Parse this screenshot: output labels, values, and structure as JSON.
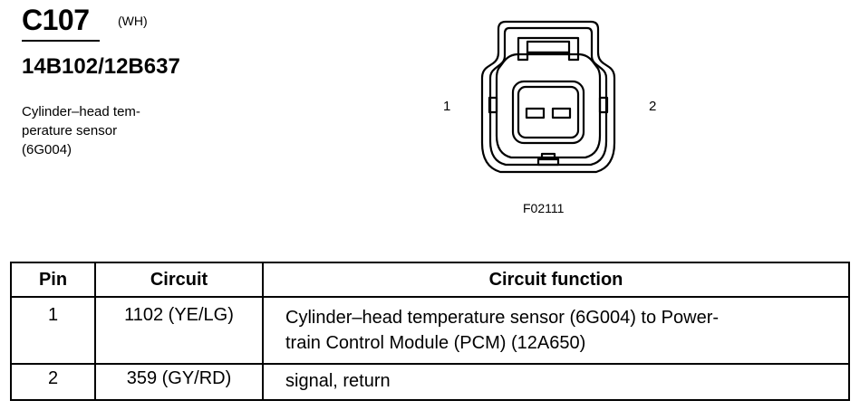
{
  "header": {
    "connector_id": "C107",
    "color_code": "(WH)",
    "part_numbers": "14B102/12B637",
    "description_lines": [
      "Cylinder–head tem-",
      "perature sensor",
      "(6G004)"
    ]
  },
  "figure": {
    "pin_label_left": "1",
    "pin_label_right": "2",
    "figure_id": "F02111"
  },
  "table": {
    "headers": [
      "Pin",
      "Circuit",
      "Circuit function"
    ],
    "rows": [
      {
        "pin": "1",
        "circuit": "1102 (YE/LG)",
        "function": "Cylinder–head temperature sensor (6G004) to Power-train Control Module (PCM) (12A650)",
        "function_lines": [
          "Cylinder–head temperature sensor (6G004) to Power-",
          "train Control Module (PCM) (12A650)"
        ]
      },
      {
        "pin": "2",
        "circuit": "359 (GY/RD)",
        "function": "signal, return",
        "function_lines": [
          "signal, return"
        ]
      }
    ]
  }
}
